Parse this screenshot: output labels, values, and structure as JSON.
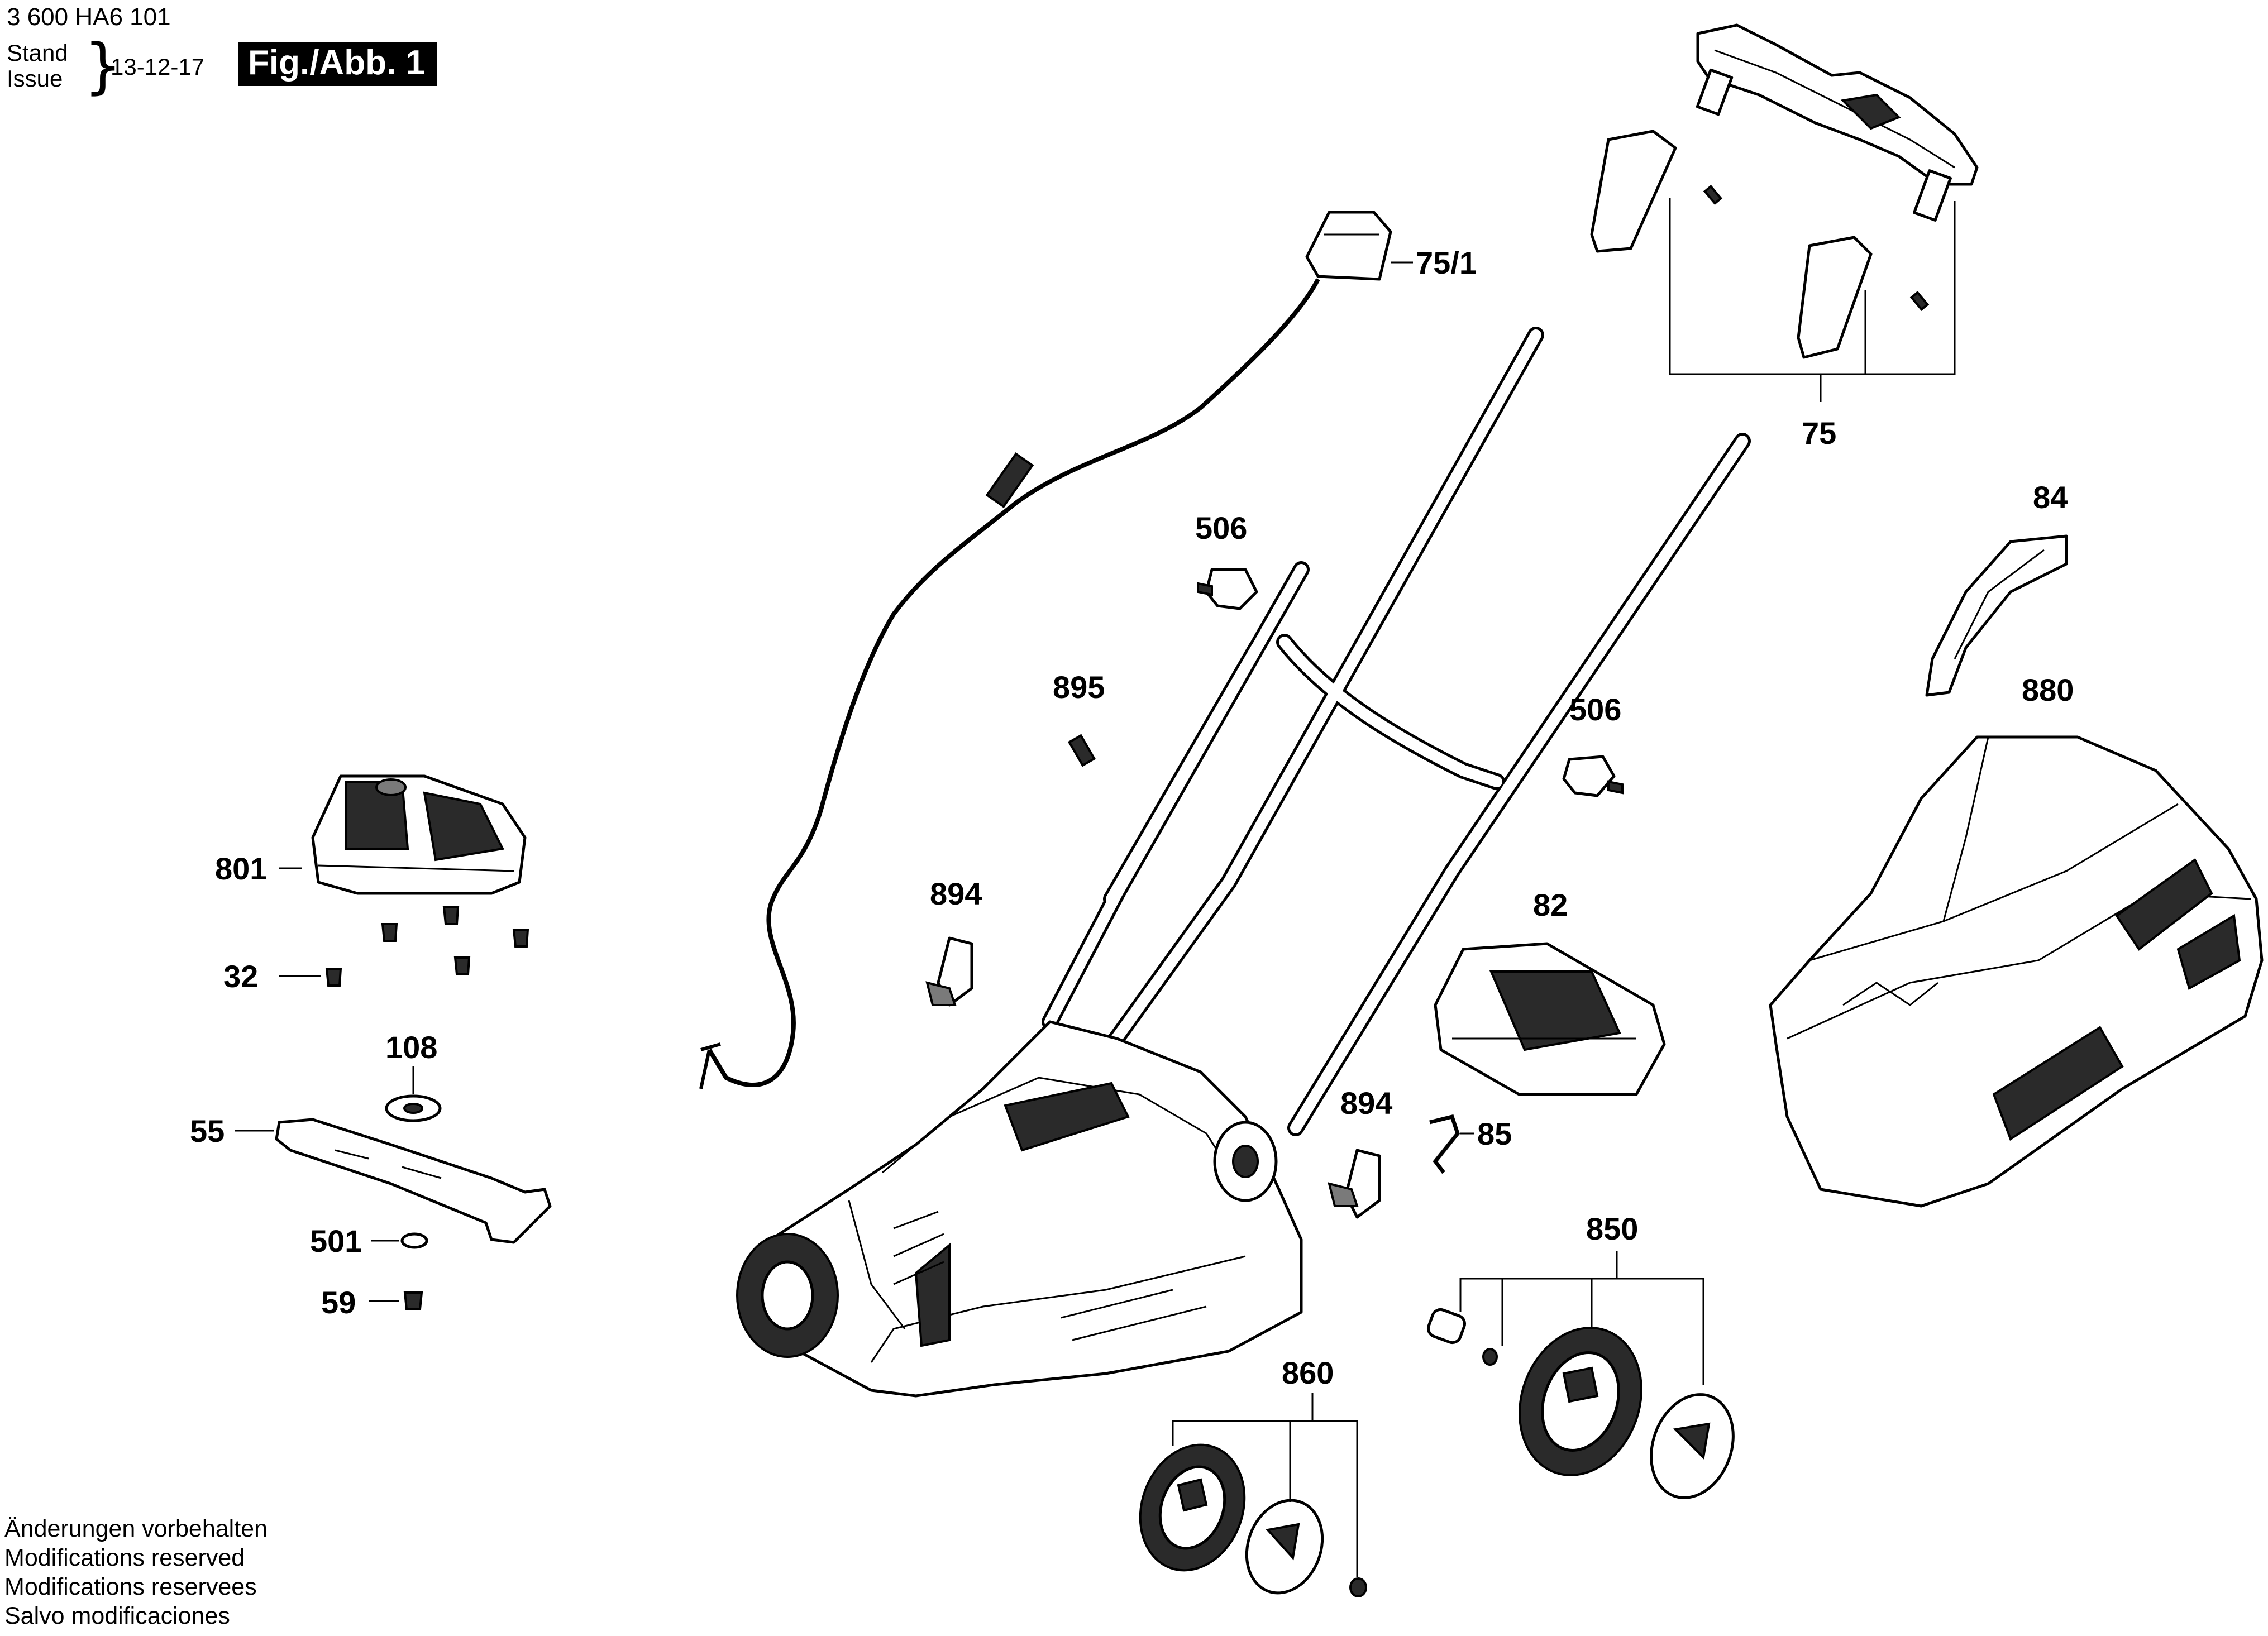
{
  "header": {
    "doc_number": "3 600 HA6 101",
    "stand_label": "Stand",
    "issue_label": "Issue",
    "brace": "}",
    "date": "13-12-17",
    "figure_badge": "Fig./Abb. 1"
  },
  "footer": {
    "lines": [
      "Änderungen vorbehalten",
      "Modifications reserved",
      "Modifications reservees",
      "Salvo modificaciones"
    ]
  },
  "part_labels": {
    "p75_1": "75/1",
    "p75": "75",
    "p506_a": "506",
    "p506_b": "506",
    "p895": "895",
    "p894_a": "894",
    "p894_b": "894",
    "p85": "85",
    "p84": "84",
    "p880": "880",
    "p82": "82",
    "p801": "801",
    "p32": "32",
    "p108": "108",
    "p55": "55",
    "p501": "501",
    "p59": "59",
    "p850": "850",
    "p860": "860"
  },
  "colors": {
    "ink": "#000000",
    "paper": "#ffffff",
    "badge_bg": "#000000",
    "badge_text": "#ffffff"
  }
}
